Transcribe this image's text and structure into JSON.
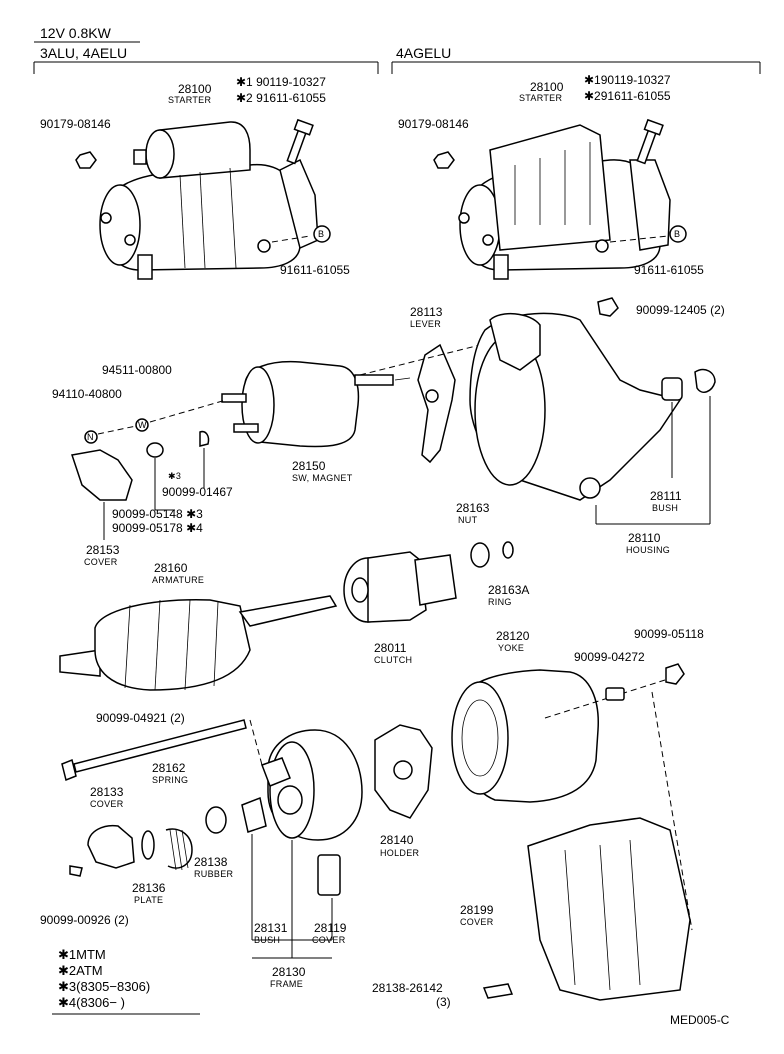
{
  "header": {
    "spec": "12V 0.8KW",
    "group_left": "3ALU, 4AELU",
    "group_right": "4AGELU"
  },
  "labels": {
    "l_starter_num": "28100",
    "l_starter_name": "STARTER",
    "l_bolt_1": "✱1 90119-10327",
    "l_bolt_2": "✱2 91611-61055",
    "l_nut_left": "90179-08146",
    "l_b_left": "91611-61055",
    "r_starter_num": "28100",
    "r_starter_name": "STARTER",
    "r_bolt_1": "✱190119-10327",
    "r_bolt_2": "✱291611-61055",
    "r_nut": "90179-08146",
    "r_b": "91611-61055",
    "lever_num": "28113",
    "lever_name": "LEVER",
    "housing_nut": "90099-12405 (2)",
    "washer_w": "94511-00800",
    "nut_n": "94110-40800",
    "swmag_num": "28150",
    "swmag_name": "SW, MAGNET",
    "p_01467": "90099-01467",
    "p_05148": "90099-05148 ✱3",
    "p_05178": "90099-05178 ✱4",
    "star3": "✱3",
    "cover53_num": "28153",
    "cover53_name": "COVER",
    "nut63_num": "28163",
    "nut63_name": "NUT",
    "ring_num": "28163A",
    "ring_name": "RING",
    "bush11_num": "28111",
    "bush11_name": "BUSH",
    "housing_num": "28110",
    "housing_name": "HOUSING",
    "arm_num": "28160",
    "arm_name": "ARMATURE",
    "clutch_num": "28011",
    "clutch_name": "CLUTCH",
    "yoke_num": "28120",
    "yoke_name": "YOKE",
    "p_05118": "90099-05118",
    "p_04272": "90099-04272",
    "p_04921": "90099-04921 (2)",
    "cover33_num": "28133",
    "cover33_name": "COVER",
    "spring_num": "28162",
    "spring_name": "SPRING",
    "rubber_num": "28138",
    "rubber_name": "RUBBER",
    "plate_num": "28136",
    "plate_name": "PLATE",
    "holder_num": "28140",
    "holder_name": "HOLDER",
    "p_00926": "90099-00926 (2)",
    "bush31_num": "28131",
    "bush31_name": "BUSH",
    "cover19_num": "28119",
    "cover19_name": "COVER",
    "frame_num": "28130",
    "frame_name": "FRAME",
    "cover99_num": "28199",
    "cover99_name": "COVER",
    "p_26142": "28138-26142",
    "p_26142_qty": "(3)",
    "ref_code": "MED005-C",
    "circle_b": "B",
    "circle_w": "W",
    "circle_n": "N"
  },
  "legend": [
    "✱1MTM",
    "✱2ATM",
    "✱3(8305−8306)",
    "✱4(8306−       )"
  ]
}
